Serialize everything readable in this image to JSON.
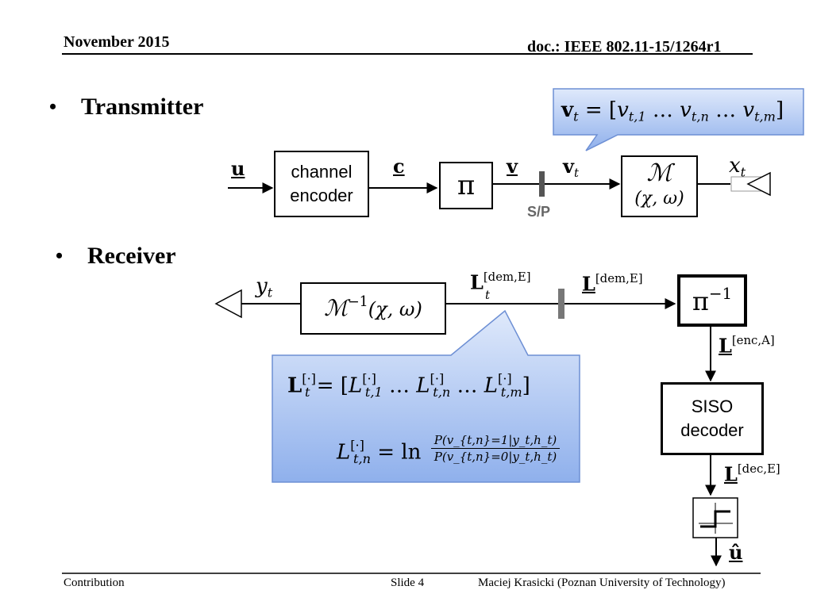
{
  "header": {
    "date": "November 2015",
    "doc": "doc.: IEEE 802.11-15/1264r1"
  },
  "bullets": {
    "transmitter": "Transmitter",
    "receiver": "Receiver"
  },
  "transmitter": {
    "input_label": "u",
    "encoder_label_line1": "channel",
    "encoder_label_line2": "encoder",
    "code_label": "c",
    "interleaver_label": "π",
    "v_label": "v",
    "sp_label": "S/P",
    "vt_label": "v",
    "vt_sub": "t",
    "mapper_label": "ℳ",
    "mapper_params": "(χ, ω)",
    "xt_label": "x",
    "xt_sub": "t",
    "callout": {
      "lhs": "v",
      "lhs_sub": "t",
      "eq": " = [",
      "e1": "v",
      "e1_sub": "t,1",
      "dots1": " … ",
      "e2": "v",
      "e2_sub": "t,n",
      "dots2": " … ",
      "e3": "v",
      "e3_sub": "t,m",
      "close": "]"
    }
  },
  "receiver": {
    "yt_label": "y",
    "yt_sub": "t",
    "demapper_label": "ℳ",
    "demapper_sup": "−1",
    "demapper_params": "(χ, ω)",
    "L_dem_label": "L",
    "L_dem_sup": "[dem,E]",
    "L_dem_sub": "t",
    "L_dem2_label": "L",
    "L_dem2_sup": "[dem,E]",
    "deinterleaver_label": "π",
    "deinterleaver_sup": "−1",
    "L_enc_label": "L",
    "L_enc_sup": "[enc,A]",
    "decoder_line1": "SISO",
    "decoder_line2": "decoder",
    "L_dec_label": "L",
    "L_dec_sup": "[dec,E]",
    "output_label": "û",
    "callout": {
      "line1_lhs": "L",
      "line1_lhs_sup": "[·]",
      "line1_lhs_sub": "t",
      "line1_eq": " = [",
      "e1": "L",
      "e1_sup": "[·]",
      "e1_sub": "t,1",
      "dots1": " … ",
      "e2": "L",
      "e2_sup": "[·]",
      "e2_sub": "t,n",
      "dots2": " … ",
      "e3": "L",
      "e3_sup": "[·]",
      "e3_sub": "t,m",
      "close": "]",
      "line2_lhs": "L",
      "line2_lhs_sup": "[·]",
      "line2_lhs_sub": "t,n",
      "line2_eq": " = ln",
      "numerator": "P(v_{t,n}=1|y_t,h_t)",
      "denominator": "P(v_{t,n}=0|y_t,h_t)"
    }
  },
  "footer": {
    "left": "Contribution",
    "center": "Slide 4",
    "right": "Maciej Krasicki (Poznan University of Technology)"
  }
}
